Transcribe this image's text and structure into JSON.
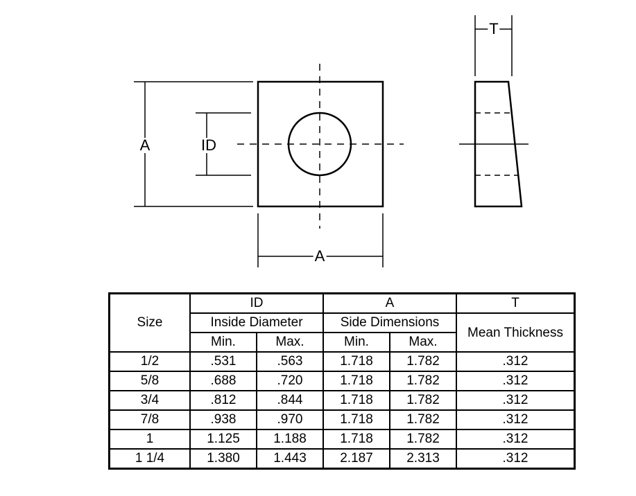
{
  "drawing": {
    "front_view": {
      "dim_a_vertical": "A",
      "dim_id": "ID",
      "dim_a_horizontal": "A"
    },
    "side_view": {
      "dim_t": "T"
    }
  },
  "table": {
    "group_headers": {
      "size": "Size",
      "id": "ID",
      "a": "A",
      "t": "T"
    },
    "sub_headers": {
      "id": "Inside Diameter",
      "a": "Side Dimensions",
      "t": "Mean Thickness"
    },
    "min_label": "Min.",
    "max_label": "Max.",
    "rows": [
      {
        "size": "1/2",
        "id_min": ".531",
        "id_max": ".563",
        "a_min": "1.718",
        "a_max": "1.782",
        "t": ".312"
      },
      {
        "size": "5/8",
        "id_min": ".688",
        "id_max": ".720",
        "a_min": "1.718",
        "a_max": "1.782",
        "t": ".312"
      },
      {
        "size": "3/4",
        "id_min": ".812",
        "id_max": ".844",
        "a_min": "1.718",
        "a_max": "1.782",
        "t": ".312"
      },
      {
        "size": "7/8",
        "id_min": ".938",
        "id_max": ".970",
        "a_min": "1.718",
        "a_max": "1.782",
        "t": ".312"
      },
      {
        "size": "1",
        "id_min": "1.125",
        "id_max": "1.188",
        "a_min": "1.718",
        "a_max": "1.782",
        "t": ".312"
      },
      {
        "size": "1 1/4",
        "id_min": "1.380",
        "id_max": "1.443",
        "a_min": "2.187",
        "a_max": "2.313",
        "t": ".312"
      }
    ]
  }
}
